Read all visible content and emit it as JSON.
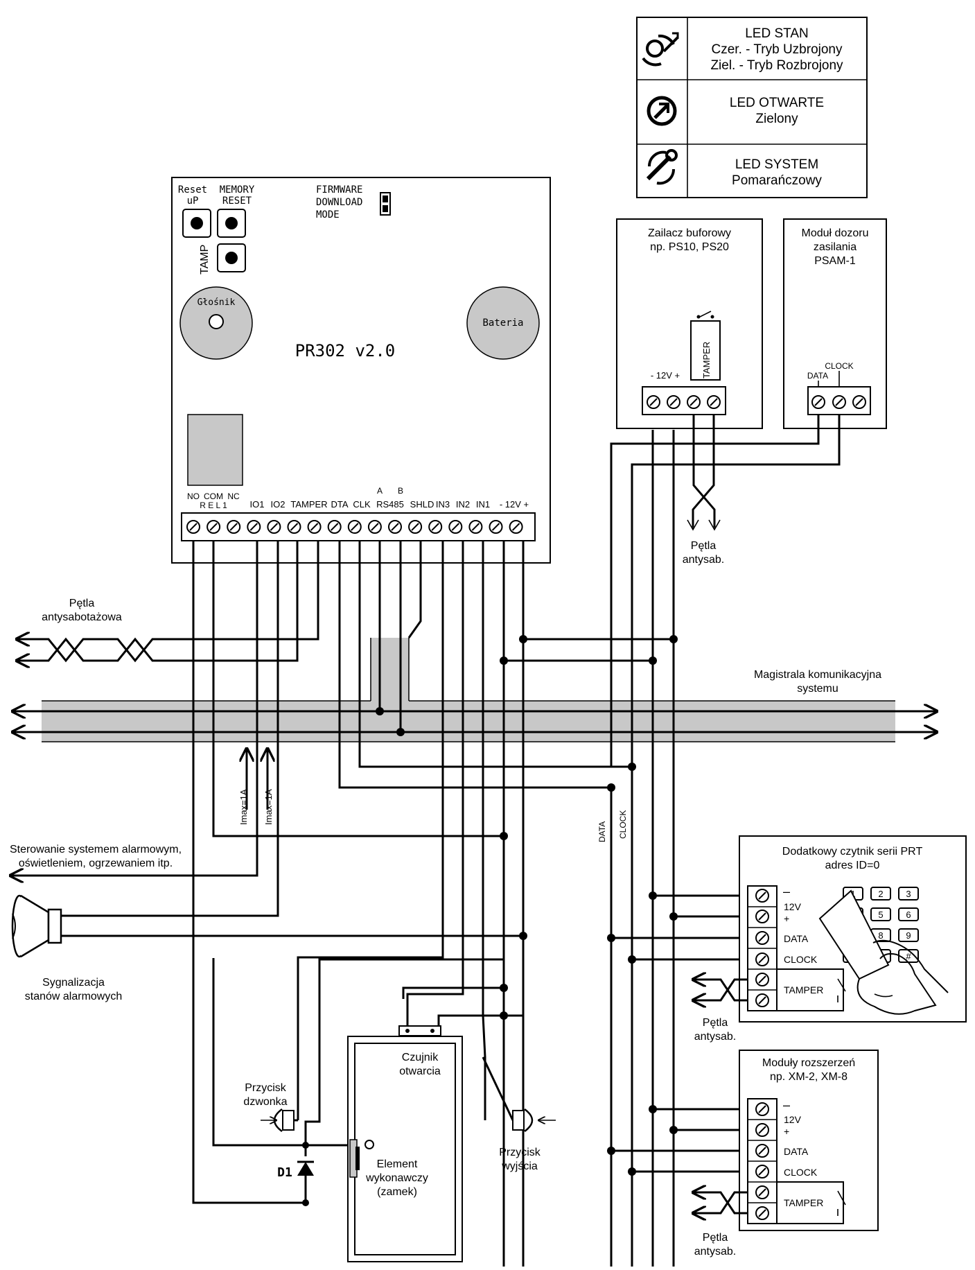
{
  "legend": {
    "rows": [
      {
        "icon": "armed-status-icon",
        "lines": [
          "LED STAN",
          "Czer. - Tryb Uzbrojony",
          "Ziel. - Tryb Rozbrojony"
        ]
      },
      {
        "icon": "door-open-icon",
        "lines": [
          "LED OTWARTE",
          "Zielony"
        ]
      },
      {
        "icon": "system-wrench-icon",
        "lines": [
          "LED SYSTEM",
          "Pomarańczowy"
        ]
      }
    ]
  },
  "controller": {
    "name": "PR302 v2.0",
    "reset_label": [
      "Reset",
      "uP"
    ],
    "memory_reset_label": [
      "MEMORY",
      "RESET"
    ],
    "tamp_label": "TAMP",
    "firmware_label": [
      "FIRMWARE",
      "DOWNLOAD",
      "MODE"
    ],
    "speaker_label": "Głośnik",
    "battery_label": "Bateria",
    "relay_top": [
      "NO",
      "COM",
      "NC"
    ],
    "relay_bottom": "R E L 1",
    "rs485_ab": [
      "A",
      "B"
    ],
    "terminals": [
      "IO1",
      "IO2",
      "TAMPER",
      "DTA",
      "CLK",
      "RS485",
      "SHLD",
      "IN3",
      "IN2",
      "IN1",
      "- 12V +"
    ]
  },
  "psu": {
    "title": [
      "Zailacz buforowy",
      "np. PS10, PS20"
    ],
    "voltage": "- 12V +",
    "tamper": "TAMPER",
    "loop": [
      "Pętla",
      "antysab."
    ]
  },
  "psam": {
    "title": [
      "Moduł dozoru",
      "zasilania",
      "PSAM-1"
    ],
    "data": "DATA",
    "clock": "CLOCK"
  },
  "left_loop": [
    "Pętla",
    "antysabotażowa"
  ],
  "bus": [
    "Magistrala komunikacyjna",
    "systemu"
  ],
  "imax": [
    "Imax=1A",
    "Imax=1A"
  ],
  "bus_vertical": [
    "DATA",
    "CLOCK"
  ],
  "control_text": [
    "Sterowanie systemem alarmowym,",
    "oświetleniem, ogrzewaniem itp."
  ],
  "siren_text": [
    "Sygnalizacja",
    "stanów alarmowych"
  ],
  "reader": {
    "title": [
      "Dodatkowy czytnik serii PRT",
      "adres ID=0"
    ],
    "labels": [
      "–",
      "12V",
      "+",
      "DATA",
      "CLOCK",
      "TAMPER"
    ],
    "keys": [
      "1",
      "2",
      "3",
      "4",
      "5",
      "6",
      "7",
      "8",
      "9",
      "*",
      "0",
      "#"
    ],
    "loop": [
      "Pętla",
      "antysab."
    ]
  },
  "expanders": {
    "title": [
      "Moduły rozszerzeń",
      "np. XM-2, XM-8"
    ],
    "labels": [
      "–",
      "12V",
      "+",
      "DATA",
      "CLOCK",
      "TAMPER"
    ],
    "loop": [
      "Pętla",
      "antysab."
    ]
  },
  "door_sensor": [
    "Czujnik",
    "otwarcia"
  ],
  "bell_button": [
    "Przycisk",
    "dzwonka"
  ],
  "exit_button": [
    "Przycisk",
    "wyjścia"
  ],
  "lock": [
    "Element",
    "wykonawczy",
    "(zamek)"
  ],
  "diode": "D1"
}
